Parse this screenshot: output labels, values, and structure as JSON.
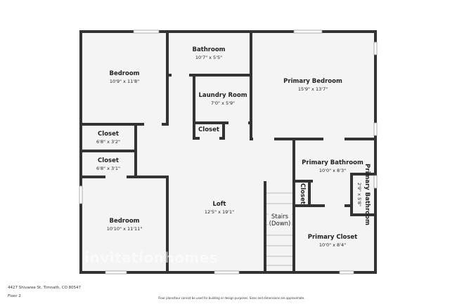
{
  "rooms": {
    "bedroom1": {
      "name": "Bedroom",
      "dim": "10'9\" x 11'8\""
    },
    "bathroom": {
      "name": "Bathroom",
      "dim": "10'7\" x 5'5\""
    },
    "primary_bedroom": {
      "name": "Primary Bedroom",
      "dim": "15'9\" x 13'7\""
    },
    "laundry": {
      "name": "Laundry Room",
      "dim": "7'0\" x 5'9\""
    },
    "closet_small": {
      "name": "Closet"
    },
    "closet1": {
      "name": "Closet",
      "dim": "6'8\" x 3'2\""
    },
    "closet2": {
      "name": "Closet",
      "dim": "6'8\" x 3'1\""
    },
    "primary_bathroom": {
      "name": "Primary Bathroom",
      "dim": "10'0\" x 8'3\""
    },
    "closet_vert": {
      "name": "Closet"
    },
    "primary_bathroom_small": {
      "name": "Primary Bathroom",
      "dim": "2'9\" x 5'8\""
    },
    "loft": {
      "name": "Loft",
      "dim": "12'5\" x 19'1\""
    },
    "stairs": {
      "name": "Stairs",
      "sub": "(Down)"
    },
    "bedroom2": {
      "name": "Bedroom",
      "dim": "10'10\" x 11'11\""
    },
    "primary_closet": {
      "name": "Primary Closet",
      "dim": "10'0\" x 8'4\""
    }
  },
  "watermark": "invitationhomes",
  "footer": {
    "address": "4427 Shivaree St, Timnath, CO 80547",
    "floor": "Floor 2",
    "disclaimer": "Floor plans/tour cannot be used for building or design purposes. Sizes and dimensions are approximate."
  },
  "colors": {
    "wall": "#333333",
    "floor": "#f4f4f4"
  }
}
